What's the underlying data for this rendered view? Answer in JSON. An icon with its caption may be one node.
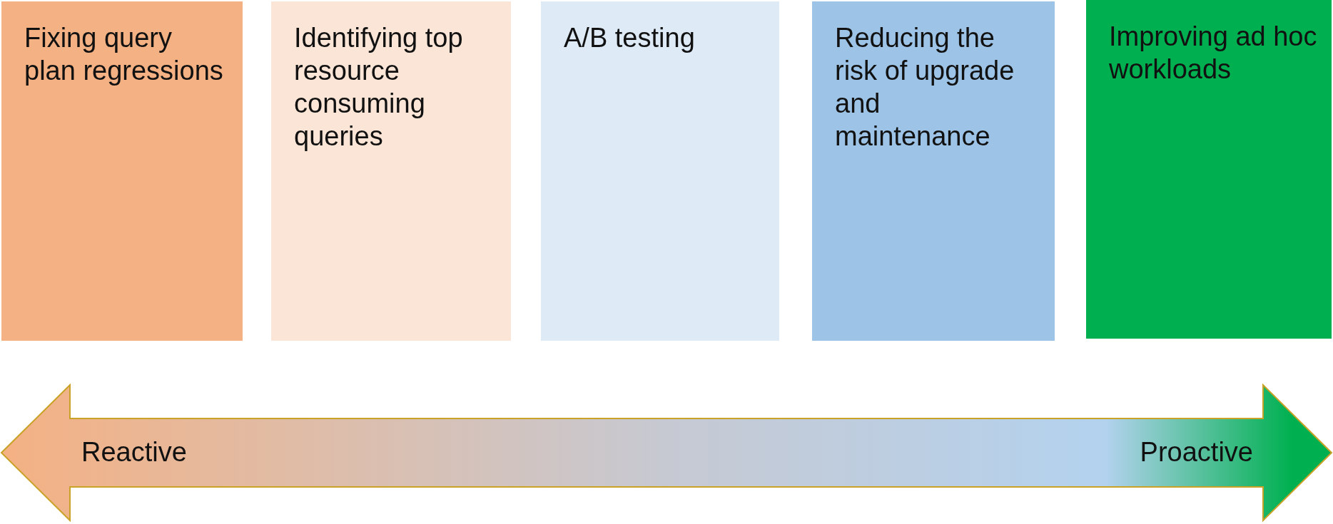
{
  "diagram": {
    "nodes": [
      {
        "text": [
          "Fixing query plan regressions"
        ]
      },
      {
        "text": [
          "Identifying top resource consuming queries"
        ]
      },
      {
        "text": [
          "A/B testing"
        ]
      },
      {
        "text": [
          "Reducing the risk of upgrade and maintenance"
        ]
      },
      {
        "text": [
          "Improving ad hoc workloads"
        ]
      },
      {
        "text": [
          "Reactive",
          "Proactive"
        ]
      }
    ]
  }
}
